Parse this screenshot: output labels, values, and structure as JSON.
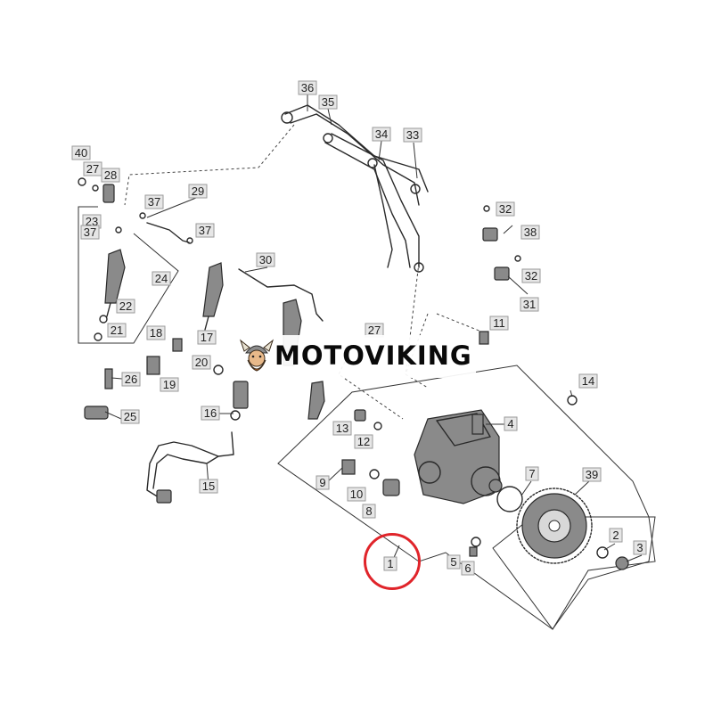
{
  "brand": {
    "name": "MOTOVIKING",
    "accent_color": "#e0242a"
  },
  "callouts": [
    "1",
    "2",
    "3",
    "4",
    "5",
    "6",
    "7",
    "8",
    "9",
    "10",
    "11",
    "12",
    "13",
    "14",
    "15",
    "16",
    "17",
    "18",
    "19",
    "20",
    "21",
    "22",
    "23",
    "24",
    "25",
    "26",
    "27",
    "28",
    "29",
    "30",
    "31",
    "32",
    "33",
    "34",
    "35",
    "36",
    "37",
    "38",
    "39",
    "40"
  ],
  "icons": {
    "logo": "viking-head-icon",
    "highlight": "red-highlight-circle-icon"
  }
}
